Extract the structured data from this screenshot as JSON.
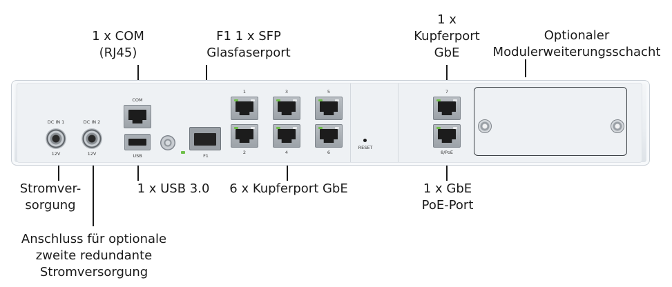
{
  "panel": {
    "dc1_label": "DC IN 1",
    "dc2_label": "DC IN 2",
    "dc1_voltage": "12V",
    "dc2_voltage": "12V",
    "com_label": "COM",
    "usb_label": "USB",
    "sfp_label": "F1",
    "port_numbers": [
      "1",
      "2",
      "3",
      "4",
      "5",
      "6"
    ],
    "port7_label": "7",
    "port8_label": "8/PoE",
    "reset_label": "RESET"
  },
  "callouts": {
    "com": "1 x COM\n(RJ45)",
    "sfp": "F1 1 x SFP\nGlasfaserport",
    "copper_single": "1 x\nKupferport\nGbE",
    "module_bay": "Optionaler\nModulerweiterungsschacht",
    "power": "Stromver-\nsorgung",
    "usb": "1 x USB 3.0",
    "copper_six": "6 x Kupferport GbE",
    "poe": "1 x GbE\nPoE-Port",
    "redundant_power": "Anschluss für optionale\nzweite redundante\nStromversorgung"
  }
}
